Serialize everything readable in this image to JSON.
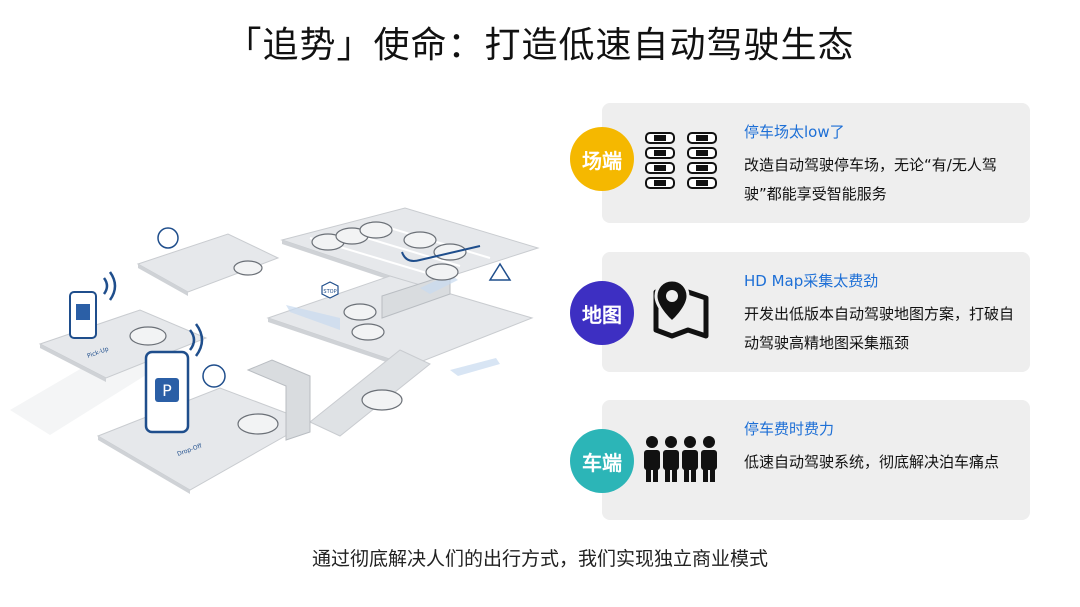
{
  "title": "「追势」使命：打造低速自动驾驶生态",
  "footer": "通过彻底解决人们的出行方式，我们实现独立商业模式",
  "illustration": {
    "pickup_label": "Pick-Up",
    "dropoff_label": "Drop-Off",
    "stop_label": "STOP"
  },
  "cards": [
    {
      "badge": "场端",
      "badge_color": "#f5b800",
      "icon": "parking-lot-icon",
      "title": "停车场太low了",
      "desc": "改造自动驾驶停车场，无论“有/无人驾驶”都能享受智能服务"
    },
    {
      "badge": "地图",
      "badge_color": "#3d2fc2",
      "icon": "map-pin-icon",
      "title": "HD Map采集太费劲",
      "desc": "开发出低版本自动驾驶地图方案，打破自动驾驶高精地图采集瓶颈"
    },
    {
      "badge": "车端",
      "badge_color": "#2cb5b7",
      "icon": "people-icon",
      "title": "停车费时费力",
      "desc": "低速自动驾驶系统，彻底解决泊车痛点"
    }
  ],
  "colors": {
    "accent_blue": "#1d6fd6",
    "card_bg": "#eeeeee",
    "illus_blue": "#1f4e8c"
  }
}
